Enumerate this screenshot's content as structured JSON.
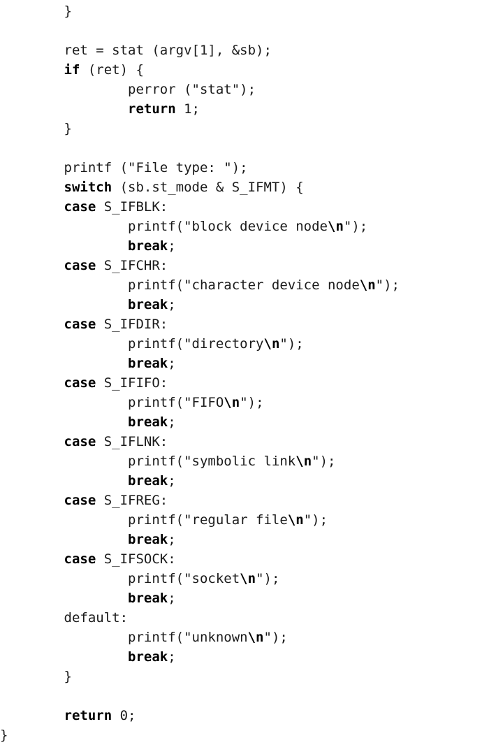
{
  "code_lines": [
    [
      {
        "t": "        }"
      }
    ],
    [],
    [
      {
        "t": "        ret = stat (argv[1], &sb);"
      }
    ],
    [
      {
        "t": "        "
      },
      {
        "t": "if",
        "b": true
      },
      {
        "t": " (ret) {"
      }
    ],
    [
      {
        "t": "                perror (\"stat\");"
      }
    ],
    [
      {
        "t": "                "
      },
      {
        "t": "return",
        "b": true
      },
      {
        "t": " 1;"
      }
    ],
    [
      {
        "t": "        }"
      }
    ],
    [],
    [
      {
        "t": "        printf (\"File type: \");"
      }
    ],
    [
      {
        "t": "        "
      },
      {
        "t": "switch",
        "b": true
      },
      {
        "t": " (sb.st_mode & S_IFMT) {"
      }
    ],
    [
      {
        "t": "        "
      },
      {
        "t": "case",
        "b": true
      },
      {
        "t": " S_IFBLK:"
      }
    ],
    [
      {
        "t": "                printf(\"block device node"
      },
      {
        "t": "\\n",
        "b": true
      },
      {
        "t": "\");"
      }
    ],
    [
      {
        "t": "                "
      },
      {
        "t": "break",
        "b": true
      },
      {
        "t": ";"
      }
    ],
    [
      {
        "t": "        "
      },
      {
        "t": "case",
        "b": true
      },
      {
        "t": " S_IFCHR:"
      }
    ],
    [
      {
        "t": "                printf(\"character device node"
      },
      {
        "t": "\\n",
        "b": true
      },
      {
        "t": "\");"
      }
    ],
    [
      {
        "t": "                "
      },
      {
        "t": "break",
        "b": true
      },
      {
        "t": ";"
      }
    ],
    [
      {
        "t": "        "
      },
      {
        "t": "case",
        "b": true
      },
      {
        "t": " S_IFDIR:"
      }
    ],
    [
      {
        "t": "                printf(\"directory"
      },
      {
        "t": "\\n",
        "b": true
      },
      {
        "t": "\");"
      }
    ],
    [
      {
        "t": "                "
      },
      {
        "t": "break",
        "b": true
      },
      {
        "t": ";"
      }
    ],
    [
      {
        "t": "        "
      },
      {
        "t": "case",
        "b": true
      },
      {
        "t": " S_IFIFO:"
      }
    ],
    [
      {
        "t": "                printf(\"FIFO"
      },
      {
        "t": "\\n",
        "b": true
      },
      {
        "t": "\");"
      }
    ],
    [
      {
        "t": "                "
      },
      {
        "t": "break",
        "b": true
      },
      {
        "t": ";"
      }
    ],
    [
      {
        "t": "        "
      },
      {
        "t": "case",
        "b": true
      },
      {
        "t": " S_IFLNK:"
      }
    ],
    [
      {
        "t": "                printf(\"symbolic link"
      },
      {
        "t": "\\n",
        "b": true
      },
      {
        "t": "\");"
      }
    ],
    [
      {
        "t": "                "
      },
      {
        "t": "break",
        "b": true
      },
      {
        "t": ";"
      }
    ],
    [
      {
        "t": "        "
      },
      {
        "t": "case",
        "b": true
      },
      {
        "t": " S_IFREG:"
      }
    ],
    [
      {
        "t": "                printf(\"regular file"
      },
      {
        "t": "\\n",
        "b": true
      },
      {
        "t": "\");"
      }
    ],
    [
      {
        "t": "                "
      },
      {
        "t": "break",
        "b": true
      },
      {
        "t": ";"
      }
    ],
    [
      {
        "t": "        "
      },
      {
        "t": "case",
        "b": true
      },
      {
        "t": " S_IFSOCK:"
      }
    ],
    [
      {
        "t": "                printf(\"socket"
      },
      {
        "t": "\\n",
        "b": true
      },
      {
        "t": "\");"
      }
    ],
    [
      {
        "t": "                "
      },
      {
        "t": "break",
        "b": true
      },
      {
        "t": ";"
      }
    ],
    [
      {
        "t": "        default:"
      }
    ],
    [
      {
        "t": "                printf(\"unknown"
      },
      {
        "t": "\\n",
        "b": true
      },
      {
        "t": "\");"
      }
    ],
    [
      {
        "t": "                "
      },
      {
        "t": "break",
        "b": true
      },
      {
        "t": ";"
      }
    ],
    [
      {
        "t": "        }"
      }
    ],
    [],
    [
      {
        "t": "        "
      },
      {
        "t": "return",
        "b": true
      },
      {
        "t": " 0;"
      }
    ],
    [
      {
        "t": "}"
      }
    ]
  ]
}
